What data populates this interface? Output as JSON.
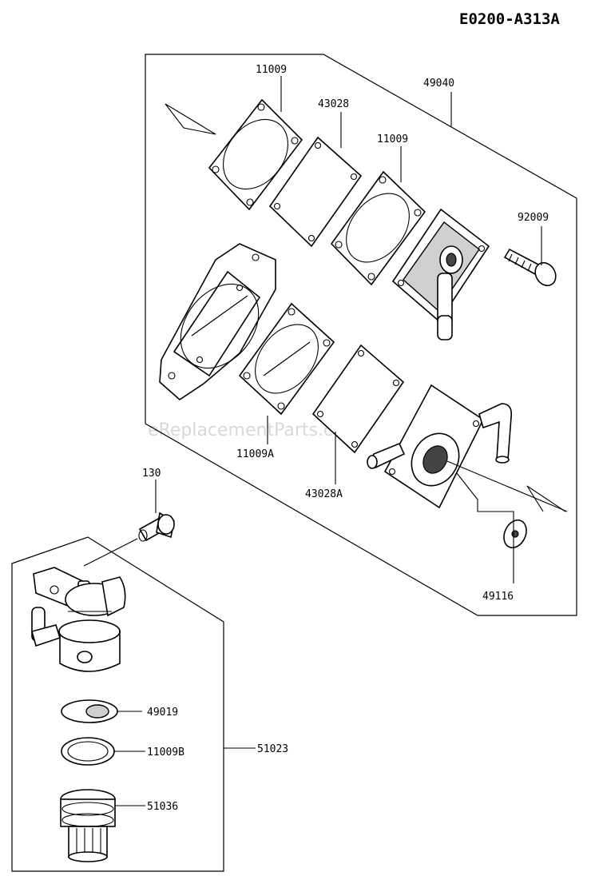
{
  "diagram_code": "E0200-A313A",
  "watermark": "eReplacementParts.com",
  "labels": {
    "p11009_top": "11009",
    "p43028": "43028",
    "p49040": "49040",
    "p11009_mid": "11009",
    "p92009": "92009",
    "p11009A": "11009A",
    "p43028A": "43028A",
    "p49116": "49116",
    "p130": "130",
    "p49019": "49019",
    "p11009B": "11009B",
    "p51023": "51023",
    "p51036": "51036"
  }
}
